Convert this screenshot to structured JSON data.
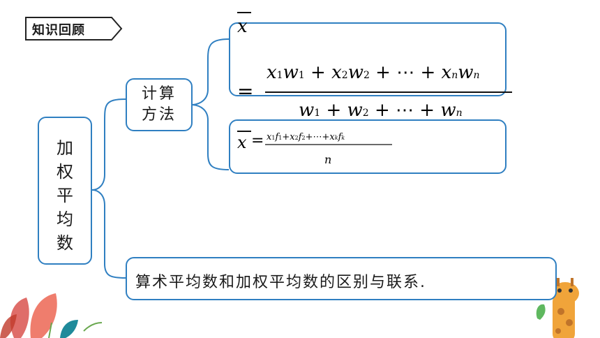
{
  "title": "知识回顾",
  "root_node": "加\n权\n平\n均\n数",
  "method_node": "计算\n方法",
  "formula1": {
    "xbar": "x",
    "equals": "=",
    "numerator": [
      {
        "v": "x",
        "s": "1"
      },
      {
        "v": "w",
        "s": "1"
      },
      {
        "op": " + "
      },
      {
        "v": "x",
        "s": "2"
      },
      {
        "v": "w",
        "s": "2"
      },
      {
        "op": " + ⋯ + "
      },
      {
        "v": "x",
        "s": "n"
      },
      {
        "v": "w",
        "s": "n"
      }
    ],
    "denominator": [
      {
        "v": "w",
        "s": "1"
      },
      {
        "op": " + "
      },
      {
        "v": "w",
        "s": "2"
      },
      {
        "op": " + ⋯ + "
      },
      {
        "v": "w",
        "s": "n"
      }
    ]
  },
  "formula2": {
    "xbar": "x",
    "equals": "=",
    "numerator": [
      {
        "v": "x",
        "s": "1"
      },
      {
        "v": "f",
        "s": "1"
      },
      {
        "op": "+"
      },
      {
        "v": "x",
        "s": "2"
      },
      {
        "v": "f",
        "s": "2"
      },
      {
        "op": "+⋯+"
      },
      {
        "v": "x",
        "s": "k"
      },
      {
        "v": "f",
        "s": "k"
      }
    ],
    "denominator": "n"
  },
  "difference_node": "算术平均数和加权平均数的区别与联系."
}
